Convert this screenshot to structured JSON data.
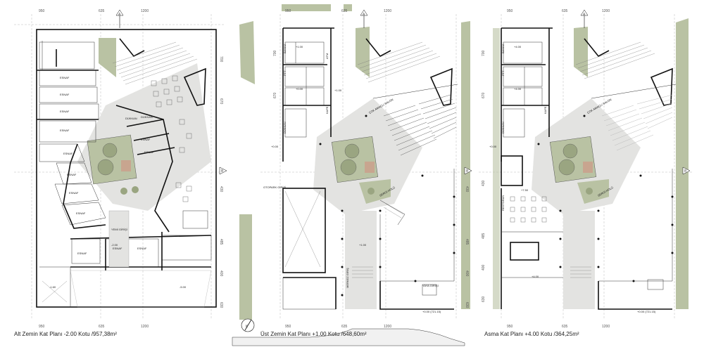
{
  "plans": [
    {
      "caption": "Alt Zemin Kat Planı -2.00 Kotu /957,38m²",
      "top_dims": [
        "950",
        "635",
        "1200"
      ],
      "bottom_dims": [
        "950",
        "635",
        "1200"
      ],
      "right_dims": [
        "700",
        "670",
        "430",
        "485",
        "400",
        "630"
      ],
      "section_marks": [
        "A",
        "B"
      ],
      "labels": [
        "ESNAF",
        "ESNAF",
        "ESNAF",
        "ESNAF",
        "ESNAF",
        "ESNAF",
        "ESNAF",
        "ESNAF",
        "DÜKKAN",
        "DÜKKAN",
        "ESNAF",
        "ESNAF",
        "YEMİ GİRİŞİ",
        "ESNAF",
        "ESNAF",
        "ESNAF"
      ],
      "levels": [
        "-2.00",
        "-1.60",
        "-5.00"
      ]
    },
    {
      "caption": "Üst Zemin Kat Planı +1.00 Kotu /648,60m²",
      "top_dims": [
        "950",
        "635",
        "1200"
      ],
      "bottom_dims": [
        "950",
        "635",
        "1200"
      ],
      "right_dims": [
        "700",
        "670",
        "430",
        "485",
        "400",
        "630"
      ],
      "section_marks": [
        "A",
        "B"
      ],
      "labels": [
        "BANKA",
        "ATM",
        "PTT",
        "KAFE",
        "DÜKKAN",
        "ÇOK AMAÇLI SALON",
        "SERGİ HOLÜ",
        "OTOPARK GİRİŞİ",
        "YAYA GİRİŞİ",
        "MERKEZ GİRİŞ"
      ],
      "levels": [
        "+1.00",
        "+1.00",
        "+0.00",
        "+0.00",
        "+1.00",
        "+0.00 (721.15)"
      ]
    },
    {
      "caption": "Asma Kat Planı +4.00 Kotu /364,25m²",
      "top_dims": [
        "950",
        "635",
        "1200"
      ],
      "bottom_dims": [
        "950",
        "635",
        "1200"
      ],
      "right_dims": [
        "700",
        "670",
        "430",
        "485",
        "400",
        "630"
      ],
      "section_marks": [
        "A",
        "B"
      ],
      "labels": [
        "BANKA",
        "PTT",
        "KAFE",
        "DÜKKAN",
        "ÇOK AMAÇLI SALON",
        "SERGİ HOLÜ",
        "RESTORAN"
      ],
      "levels": [
        "+4.00",
        "+4.00",
        "+0.00",
        "+7.50",
        "+4.00",
        "+0.00 (721.15)"
      ]
    }
  ],
  "north_mark": "K",
  "colors": {
    "greenery": "#b9c2a3",
    "greenery_dark": "#8f9a74",
    "paving": "#e3e3e1",
    "court_tile": "#c8a58f",
    "wall": "#111111"
  }
}
